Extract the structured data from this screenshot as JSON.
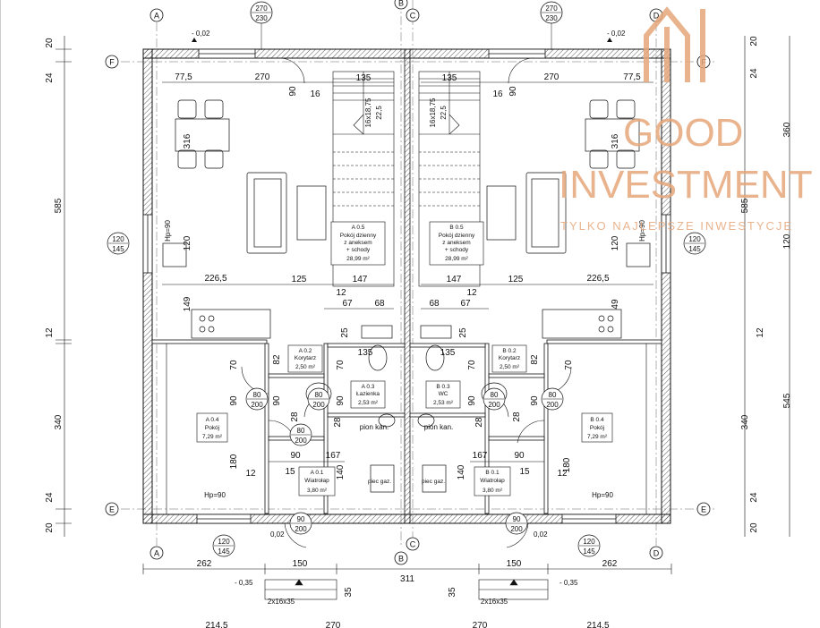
{
  "axes": {
    "a": "A",
    "b": "B",
    "c": "C",
    "d": "D",
    "e": "E",
    "f": "F"
  },
  "top_windows": {
    "left": [
      "270",
      "230"
    ],
    "right": [
      "270",
      "230"
    ]
  },
  "levels": {
    "top_left": "- 0,02",
    "top_right": "- 0,02",
    "bottom_left": "0,02",
    "bottom_right": "0,02",
    "stairs_left": "- 0,35",
    "stairs_right": "- 0,35"
  },
  "left_dims": [
    "20",
    "24",
    "585",
    "12",
    "340",
    "24",
    "20"
  ],
  "right_dims": [
    "20",
    "24",
    "360",
    "585",
    "120",
    "12",
    "545",
    "340",
    "24",
    "20"
  ],
  "dims_upper": {
    "d775": "77,5",
    "d270": "270",
    "d90": "90",
    "d16": "16",
    "d135": "135",
    "d22_5": "22,5",
    "stair_steps": "16x18,75",
    "d316": "316",
    "d120": "120",
    "d2265": "226,5",
    "d125": "125",
    "d147": "147",
    "d12": "12",
    "d67": "67",
    "d68": "68",
    "d149": "149",
    "d49": "49",
    "d25": "25"
  },
  "dims_lower": {
    "d70": "70",
    "d82": "82",
    "d90": "90",
    "d80": "80",
    "d200": "200",
    "d28": "28",
    "d180": "180",
    "d12": "12",
    "d15": "15",
    "d167": "167",
    "d140": "140",
    "d135": "135"
  },
  "window_side": {
    "w": "120",
    "h": "145",
    "hp": "Hp=90"
  },
  "doors": {
    "w": "90",
    "h": "200",
    "w80": "80"
  },
  "pion": "pion kan.",
  "piec": "piec gaz.",
  "bottom_dims": {
    "d262": "262",
    "d150": "150",
    "d311": "311",
    "d35": "35",
    "d2145": "214,5",
    "d270": "270"
  },
  "stair_note": "2x16x35",
  "rooms": {
    "a05": {
      "code": "A 0.5",
      "name1": "Pokój dzienny",
      "name2": "z aneksem",
      "name3": "+ schody",
      "area": "28,99 m²"
    },
    "b05": {
      "code": "B 0.5",
      "name1": "Pokój dzienny",
      "name2": "z aneksem",
      "name3": "+ schody",
      "area": "28,99 m²"
    },
    "a02": {
      "code": "A 0.2",
      "name": "Korytarz",
      "area": "2,50 m²"
    },
    "b02": {
      "code": "B 0.2",
      "name": "Korytarz",
      "area": "2,50 m²"
    },
    "a03": {
      "code": "A 0.3",
      "name": "Łazienka",
      "area": "2,53 m²"
    },
    "b03": {
      "code": "B 0.3",
      "name": "WC",
      "area": "2,53 m²"
    },
    "a04": {
      "code": "A 0.4",
      "name": "Pokój",
      "area": "7,29 m²"
    },
    "b04": {
      "code": "B 0.4",
      "name": "Pokój",
      "area": "7,29 m²"
    },
    "a01": {
      "code": "A 0.1",
      "name": "Wiatrołap",
      "area": "3,80 m²"
    },
    "b01": {
      "code": "B 0.1",
      "name": "Wiatrołap",
      "area": "3,80 m²"
    }
  },
  "logo": {
    "line1": "GOOD",
    "line2": "INVESTMENT",
    "tagline": "TYLKO NAJLEPSZE INWESTYCJE",
    "color": "#e6a77a"
  }
}
